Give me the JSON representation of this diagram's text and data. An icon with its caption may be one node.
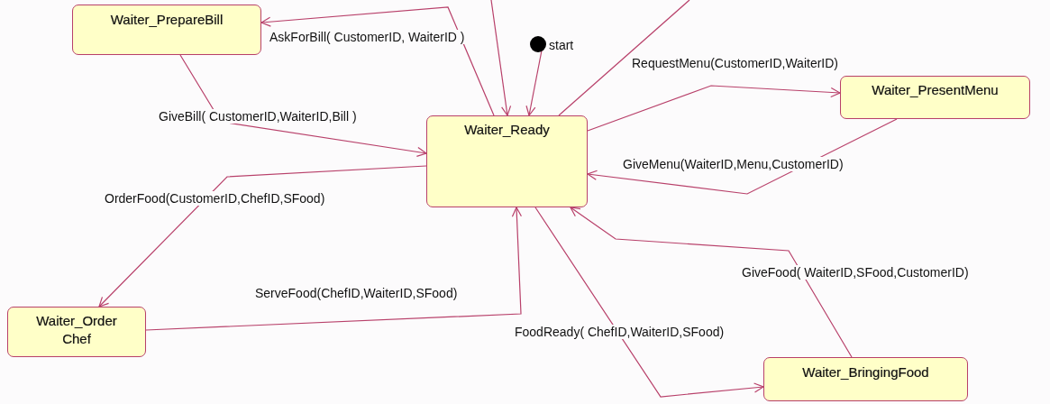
{
  "diagram": {
    "nodes": [
      {
        "text": [
          "Waiter_PrepareBill"
        ]
      },
      {
        "text": [],
        "shape": "circle",
        "beside": [
          "start"
        ]
      },
      {
        "text": [
          "Waiter_Ready"
        ]
      },
      {
        "text": [
          "Waiter_PresentMenu"
        ]
      },
      {
        "text": [
          "Waiter_Order Chef"
        ]
      },
      {
        "text": [
          "Waiter_BringingFood"
        ]
      }
    ],
    "edges": [
      {
        "from": 2,
        "to": 0,
        "arrow": "to",
        "label": "AskForBill( CustomerID, WaiterID )"
      },
      {
        "from": null,
        "to": 2,
        "arrow": "to"
      },
      {
        "from": 1,
        "to": 2,
        "arrow": "to"
      },
      {
        "from": 2,
        "to": null,
        "arrow": "none"
      },
      {
        "from": 0,
        "to": 2,
        "arrow": "to",
        "label": "GiveBill( CustomerID,WaiterID,Bill )"
      },
      {
        "from": 2,
        "to": 3,
        "arrow": "to",
        "label": "RequestMenu(CustomerID,WaiterID)"
      },
      {
        "from": 3,
        "to": 2,
        "arrow": "to",
        "label": "GiveMenu(WaiterID,Menu,CustomerID)"
      },
      {
        "from": 2,
        "to": 4,
        "arrow": "to",
        "label": "OrderFood(CustomerID,ChefID,SFood)"
      },
      {
        "from": 4,
        "to": 2,
        "arrow": "to",
        "label": "ServeFood(ChefID,WaiterID,SFood)"
      },
      {
        "from": 2,
        "to": 5,
        "arrow": "to",
        "label": "FoodReady( ChefID,WaiterID,SFood)"
      },
      {
        "from": 5,
        "to": 2,
        "arrow": "to",
        "label": "GiveFood( WaiterID,SFood,CustomerID)"
      }
    ]
  }
}
